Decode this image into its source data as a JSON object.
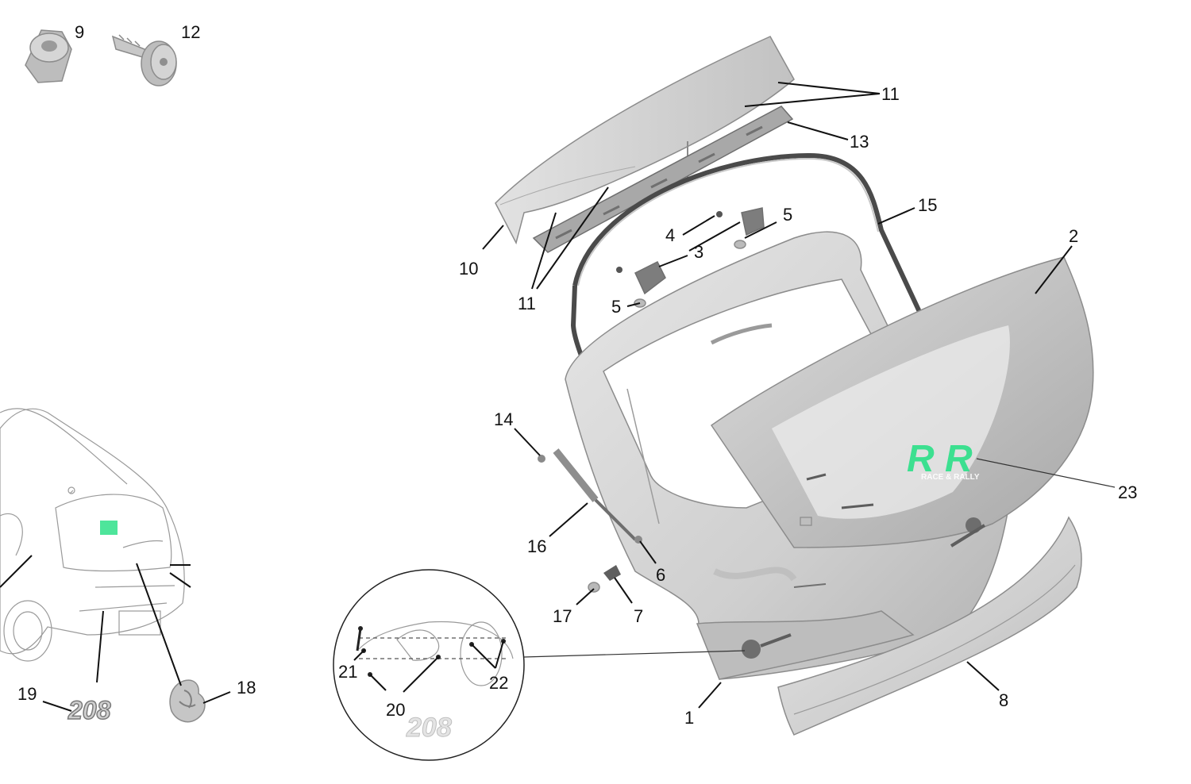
{
  "diagram": {
    "callouts": {
      "c9": "9",
      "c12": "12",
      "c11a": "11",
      "c13": "13",
      "c10": "10",
      "c11b": "11",
      "c15": "15",
      "c5a": "5",
      "c4": "4",
      "c3": "3",
      "c5b": "5",
      "c2": "2",
      "c14": "14",
      "c23": "23",
      "c16": "16",
      "c6": "6",
      "c17": "17",
      "c7": "7",
      "c21": "21",
      "c22": "22",
      "c20": "20",
      "c1": "1",
      "c8": "8",
      "c19": "19",
      "c18": "18"
    },
    "badges": {
      "model_badge": "208",
      "detail_badge": "208"
    },
    "watermark": {
      "mark": "R R",
      "tagline": "RACE & RALLY"
    },
    "colors": {
      "part_fill": "#d4d4d4",
      "part_shadow": "#a9a9a9",
      "line": "#111111",
      "watermark_green": "#2fe08a"
    }
  }
}
